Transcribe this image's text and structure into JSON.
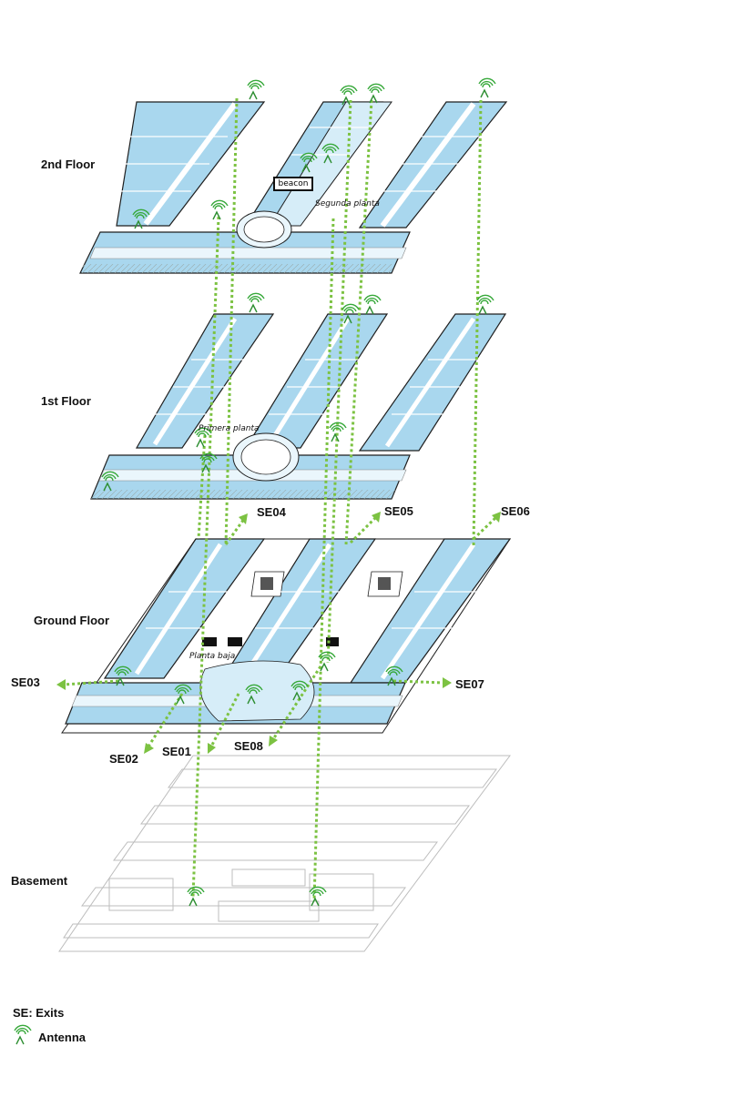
{
  "floors": {
    "second": "2nd Floor",
    "first": "1st Floor",
    "ground": "Ground Floor",
    "basement": "Basement"
  },
  "plan_labels": {
    "second": "Segunda planta",
    "first": "Primera planta",
    "ground": "Planta baja",
    "beacon": "beacon"
  },
  "exits": {
    "se01": "SE01",
    "se02": "SE02",
    "se03": "SE03",
    "se04": "SE04",
    "se05": "SE05",
    "se06": "SE06",
    "se07": "SE07",
    "se08": "SE08"
  },
  "legend": {
    "exits": "SE: Exits",
    "antenna": "Antenna"
  },
  "colors": {
    "room_fill": "#a9d7ee",
    "wall": "#1f1f1f",
    "corridor": "#eaf6fc",
    "link_green": "#7cc242",
    "antenna_green": "#38a93b",
    "basement_line": "#bdbdbd"
  },
  "icons": {
    "antenna": "antenna-icon",
    "exit_arrow": "arrow-icon"
  }
}
